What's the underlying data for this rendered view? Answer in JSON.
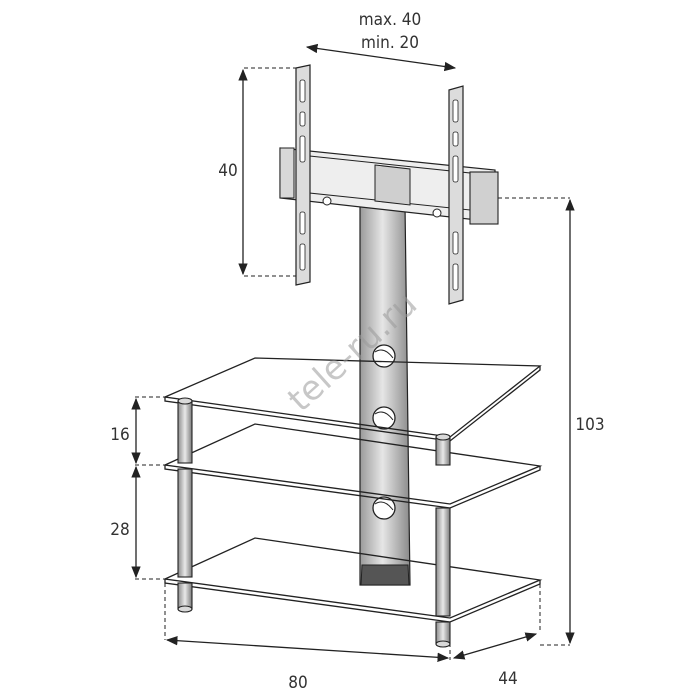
{
  "dimensions": {
    "vesa_width_max": "max. 40",
    "vesa_width_min": "min. 20",
    "vesa_height": "40",
    "total_height": "103",
    "shelf_gap_top": "16",
    "shelf_gap_bottom": "28",
    "width": "80",
    "depth": "44"
  },
  "watermark": "tele-ru.ru"
}
